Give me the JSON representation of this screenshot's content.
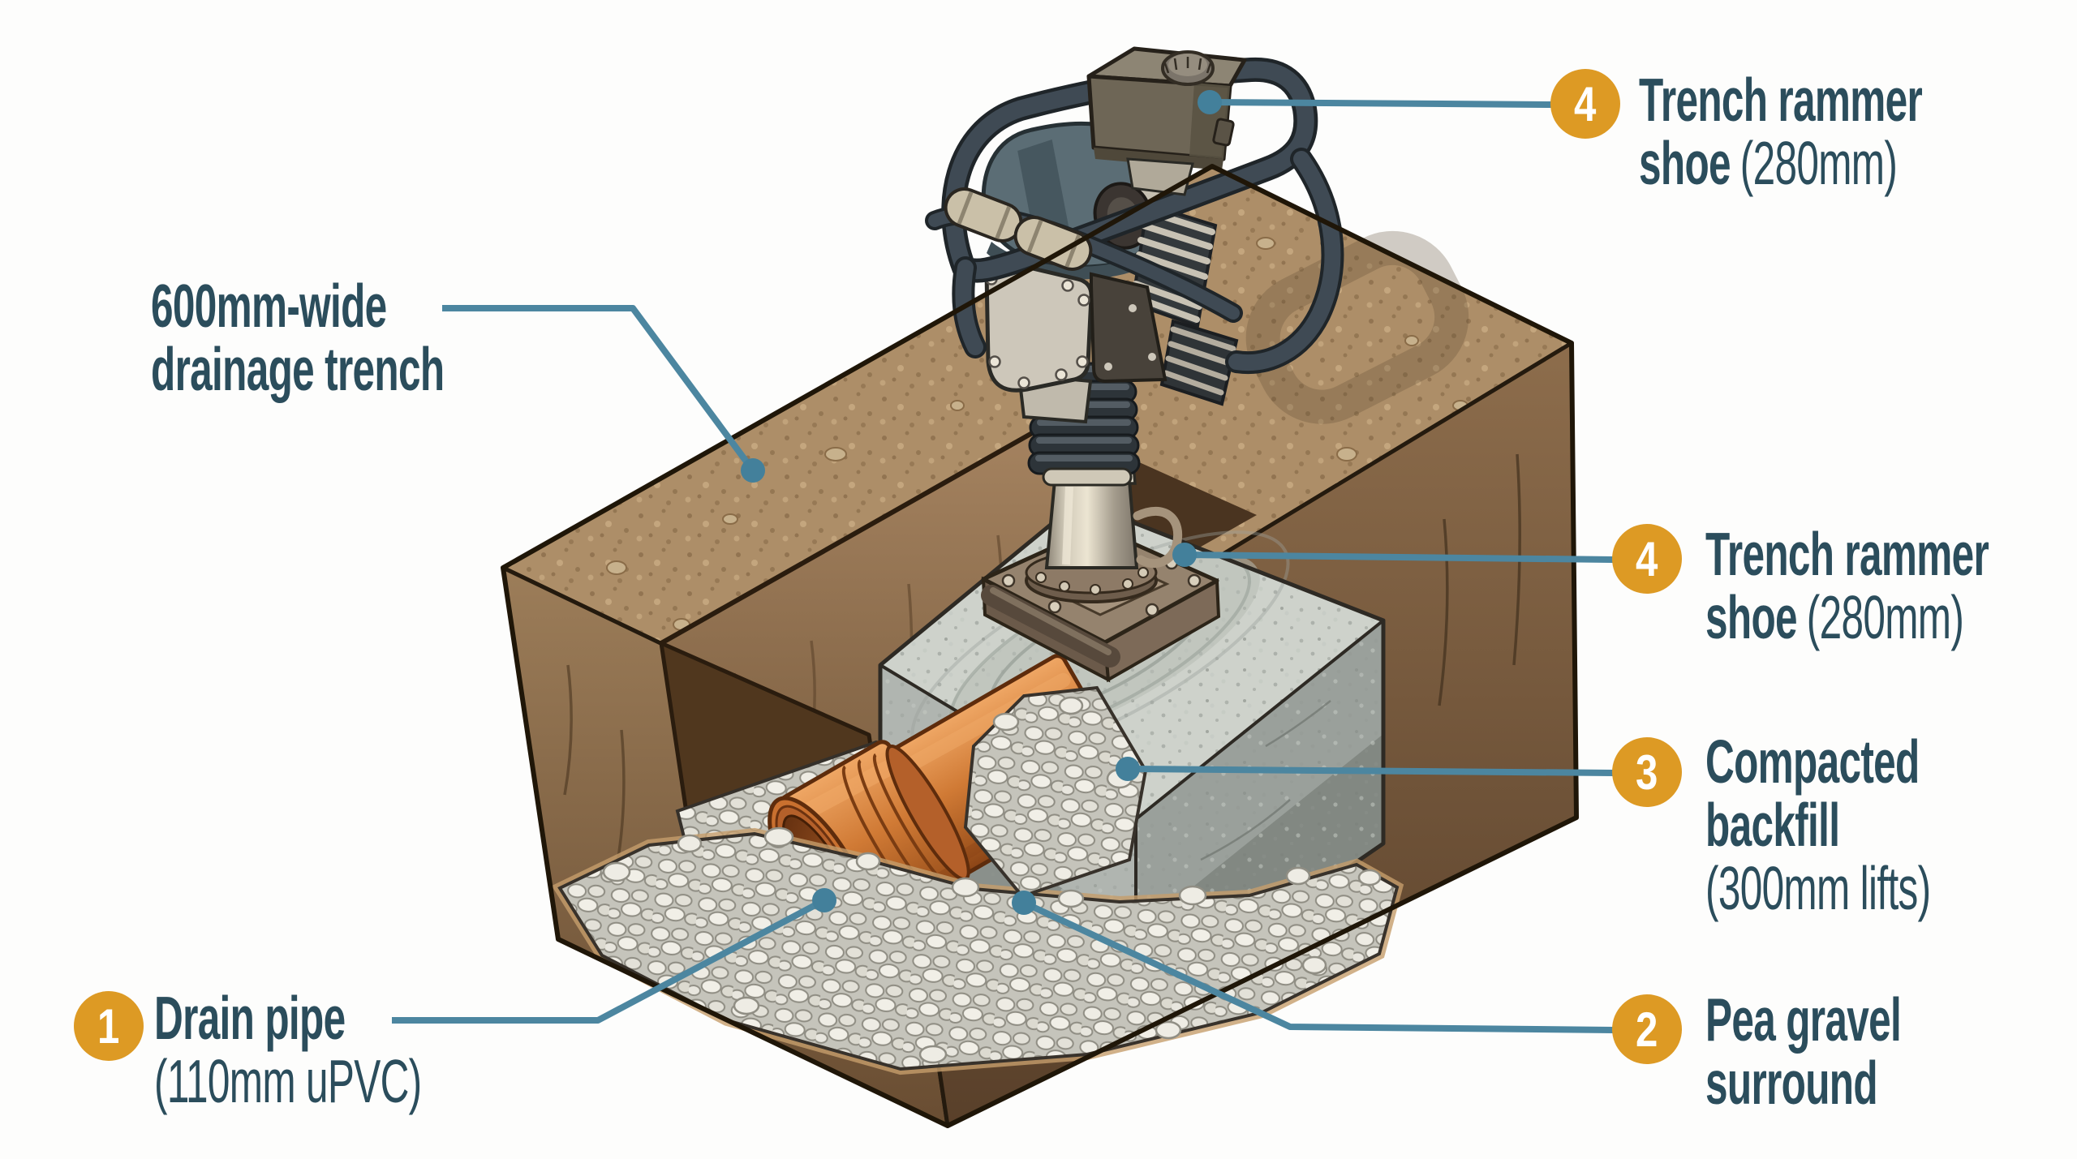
{
  "figure": {
    "type": "isometric cutaway construction diagram",
    "subject": "Trench rammer compacting backfill over a drain pipe in a drainage trench",
    "colors": {
      "background": "#ffffff",
      "badge_orange": "#dd9a24",
      "label_text": "#2b4d5c",
      "leader_line": "#4c86a0",
      "soil_brown": "#8a6a4a",
      "pipe_orange": "#d07a35",
      "concrete_gray": "#aab0ab",
      "gravel_gray": "#e9e8e0"
    },
    "labels": {
      "trench_width": {
        "line1": "600mm-wide",
        "line2": "drainage trench"
      },
      "callouts": [
        {
          "number": "1",
          "lines": [
            {
              "bold": "Drain pipe"
            },
            {
              "normal": "(110mm uPVC)"
            }
          ]
        },
        {
          "number": "2",
          "lines": [
            {
              "bold": "Pea gravel"
            },
            {
              "bold2": "surround"
            }
          ]
        },
        {
          "number": "3",
          "lines": [
            {
              "bold": "Compacted"
            },
            {
              "bold2": "backfill"
            },
            {
              "normal": "(300mm lifts)"
            }
          ]
        },
        {
          "number": "4",
          "lines": [
            {
              "bold": "Trench rammer"
            },
            {
              "bold2": "shoe",
              "normal": "(280mm)"
            }
          ]
        },
        {
          "number": "4",
          "lines": [
            {
              "bold": "Trench rammer"
            },
            {
              "bold2": "shoe",
              "normal": "(280mm)"
            }
          ]
        }
      ]
    },
    "illustration_parts": [
      "soil-block",
      "trench-opening",
      "trench-inner-wall",
      "pea-gravel-bed",
      "compacted-backfill-block",
      "drain-pipe",
      "trench-rammer",
      "rammer-shoe",
      "compaction-ghost-mark"
    ]
  }
}
